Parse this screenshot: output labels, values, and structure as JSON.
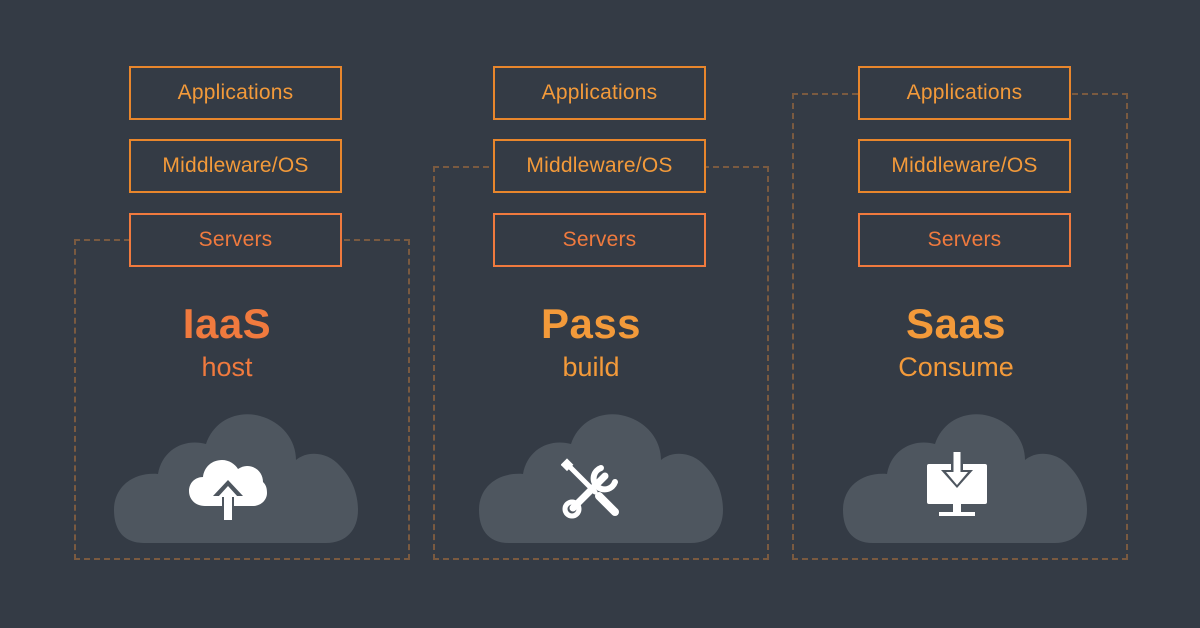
{
  "colors": {
    "background": "#343b45",
    "accent_orange": "#f39a3a",
    "accent_red_orange": "#f07a3e",
    "dashed_border": "#7a5a40",
    "cloud": "#4e565f",
    "icon": "#ffffff"
  },
  "columns": [
    {
      "layers": {
        "applications": "Applications",
        "middleware": "Middleware/OS",
        "servers": "Servers"
      },
      "title": "IaaS",
      "subtitle": "host",
      "icon": "cloud-upload-icon"
    },
    {
      "layers": {
        "applications": "Applications",
        "middleware": "Middleware/OS",
        "servers": "Servers"
      },
      "title": "Pass",
      "subtitle": "build",
      "icon": "tools-icon"
    },
    {
      "layers": {
        "applications": "Applications",
        "middleware": "Middleware/OS",
        "servers": "Servers"
      },
      "title": "Saas",
      "subtitle": "Consume",
      "icon": "download-monitor-icon"
    }
  ]
}
